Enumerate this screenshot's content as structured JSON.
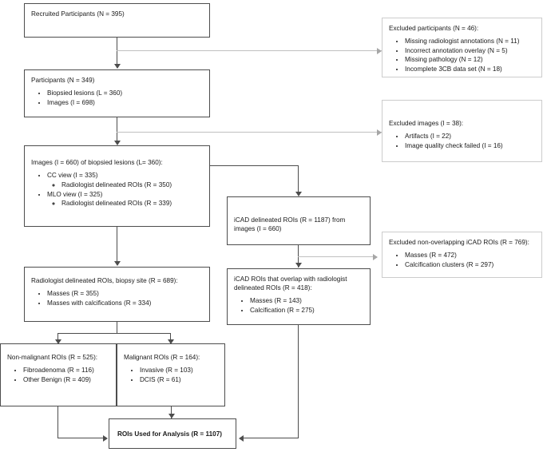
{
  "diagram": {
    "title": "Study participant and ROI selection flowchart",
    "type": "flowchart",
    "colors": {
      "box_border": "#4d4d4d",
      "light_box_border": "#cccccc",
      "connector": "#4d4d4d",
      "light_connector": "#bfbfbf",
      "text": "#1a1a1a",
      "background": "#ffffff"
    }
  },
  "nodes": {
    "recruited": {
      "title": "Recruited Participants (N = 395)",
      "bullets": []
    },
    "excluded_participants": {
      "title": "Excluded participants (N = 46):",
      "bullets": [
        "Missing radiologist annotations (N = 11)",
        "Incorrect annotation overlay (N = 5)",
        "Missing pathology (N = 12)",
        "Incomplete 3CB data set (N = 18)"
      ]
    },
    "participants": {
      "title": "Participants (N = 349)",
      "bullets": [
        "Biopsied lesions (L = 360)",
        "Images (I = 698)"
      ]
    },
    "excluded_images": {
      "title": "Excluded images (I = 38):",
      "bullets": [
        "Artifacts (I = 22)",
        "Image quality check failed (I = 16)"
      ]
    },
    "images_biopsied": {
      "title": "Images (I = 660) of biopsied lesions (L= 360):",
      "bullets": [
        {
          "text": "CC view (I = 335)",
          "sub": [
            "Radiologist delineated ROIs (R = 350)"
          ]
        },
        {
          "text": "MLO view (I = 325)",
          "sub": [
            "Radiologist delineated ROIs (R = 339)"
          ]
        }
      ]
    },
    "icad_delineated": {
      "title": "iCAD delineated ROIs (R = 1187) from images (I = 660)",
      "bullets": []
    },
    "excluded_icad": {
      "title": "Excluded non-overlapping iCAD ROIs (R = 769):",
      "bullets": [
        "Masses (R = 472)",
        "Calcification clusters (R = 297)"
      ]
    },
    "radiologist_rois": {
      "title": "Radiologist delineated ROIs, biopsy site (R = 689):",
      "bullets": [
        "Masses (R = 355)",
        "Masses with calcifications  (R = 334)"
      ]
    },
    "icad_overlap": {
      "title": "iCAD ROIs that overlap with radiologist delineated ROIs (R = 418):",
      "bullets": [
        "Masses (R = 143)",
        "Calcification (R = 275)"
      ]
    },
    "non_malignant": {
      "title": "Non-malignant ROIs (R = 525):",
      "bullets": [
        "Fibroadenoma (R = 116)",
        "Other Benign (R = 409)"
      ]
    },
    "malignant": {
      "title": "Malignant ROIs (R = 164):",
      "bullets": [
        "Invasive (R = 103)",
        "DCIS (R = 61)"
      ]
    },
    "final": {
      "title": "ROIs Used for Analysis (R = 1107)",
      "bullets": []
    }
  }
}
